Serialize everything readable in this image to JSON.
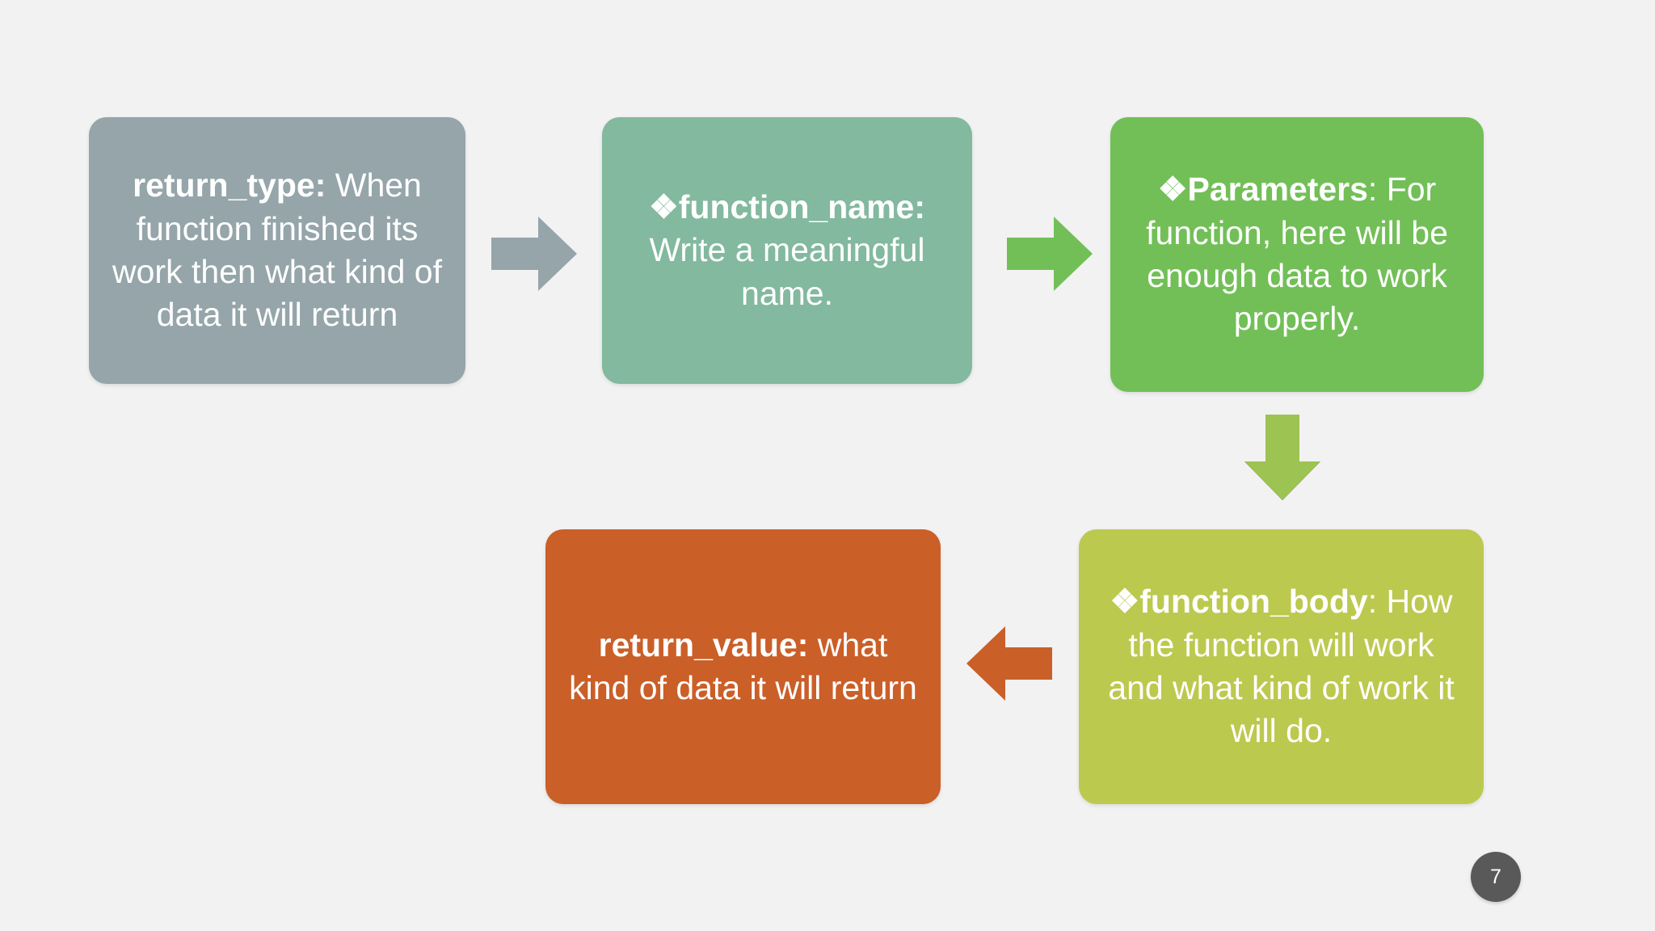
{
  "slide": {
    "background_color": "#f2f2f2",
    "page_number": "7"
  },
  "diagram": {
    "type": "flowchart",
    "nodes": [
      {
        "id": "return_type",
        "bullet": "",
        "lead": "return_type:",
        "rest": " When function finished its work then what kind of data it will return",
        "full_text": "return_type: When function finished its work then what kind of data it will return",
        "color": "#95a5aa"
      },
      {
        "id": "function_name",
        "bullet": "❖",
        "lead": "function_name:",
        "rest": " Write a meaningful name.",
        "full_text": "❖function_name: Write a meaningful name.",
        "color": "#82b99f"
      },
      {
        "id": "parameters",
        "bullet": "❖",
        "lead": "Parameters",
        "rest": ": For function, here will be enough data to work properly.",
        "full_text": "❖Parameters: For function, here will be enough data to work properly.",
        "color": "#72bf57"
      },
      {
        "id": "function_body",
        "bullet": "❖",
        "lead": "function_body",
        "rest": ": How the function will work and what kind of work it will do.",
        "full_text": "❖function_body: How the function will work and what kind of work it will do.",
        "color": "#bcc94f"
      },
      {
        "id": "return_value",
        "bullet": "",
        "lead": "return_value:",
        "rest": " what kind of data it will return",
        "full_text": "return_value: what kind of data it will return",
        "color": "#ca5f28"
      }
    ],
    "connectors": [
      {
        "id": "arrow_1",
        "from": "return_type",
        "to": "function_name",
        "direction": "right",
        "color": "#95a5aa"
      },
      {
        "id": "arrow_2",
        "from": "function_name",
        "to": "parameters",
        "direction": "right",
        "color": "#72bf57"
      },
      {
        "id": "arrow_3",
        "from": "parameters",
        "to": "function_body",
        "direction": "down",
        "color": "#9fc council"
      },
      {
        "id": "arrow_4",
        "from": "function_body",
        "to": "return_value",
        "direction": "left",
        "color": "#ca5f28"
      }
    ]
  }
}
